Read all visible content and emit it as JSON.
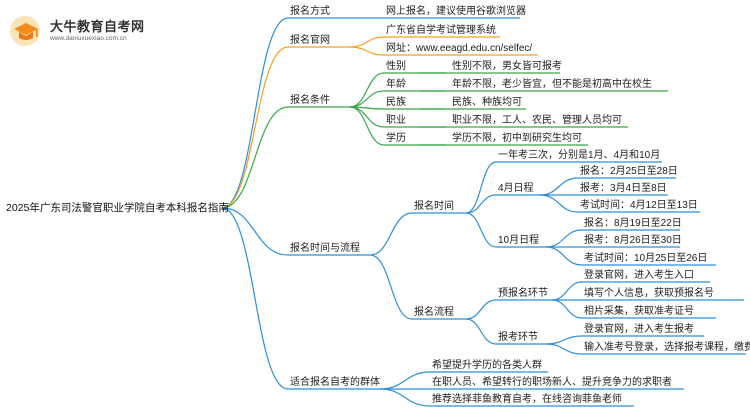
{
  "logo": {
    "title": "大牛教育自考网",
    "url": "www.daniuxuexiao.com.cn"
  },
  "root": "2025年广东司法警官职业学院自考本科报名指南",
  "colors": {
    "orange": "#f4a024",
    "blue": "#2f8fd8",
    "green": "#3aa84a",
    "ink": "#222222"
  },
  "branches": {
    "method": {
      "label": "报名方式",
      "items": [
        "网上报名，建议使用谷歌浏览器"
      ]
    },
    "site": {
      "label": "报名官网",
      "items": [
        "广东省自学考试管理系统",
        "网址：www.eeagd.edu.cn/selfec/"
      ]
    },
    "conditions": {
      "label": "报名条件",
      "rows": [
        {
          "key": "性别",
          "value": "性别不限，男女皆可报考"
        },
        {
          "key": "年龄",
          "value": "年龄不限，老少皆宜，但不能是初高中在校生"
        },
        {
          "key": "民族",
          "value": "民族、种族均可"
        },
        {
          "key": "职业",
          "value": "职业不限，工人、农民、管理人员均可"
        },
        {
          "key": "学历",
          "value": "学历不限，初中到研究生均可"
        }
      ]
    },
    "process": {
      "label": "报名时间与流程",
      "time": {
        "label": "报名时间",
        "note": "一年考三次，分别是1月、4月和10月",
        "april": {
          "label": "4月日程",
          "items": [
            "报名：2月25日至28日",
            "报考：3月4日至8日",
            "考试时间：4月12日至13日"
          ]
        },
        "october": {
          "label": "10月日程",
          "items": [
            "报名：8月19日至22日",
            "报考：8月26日至30日",
            "考试时间：10月25日至26日"
          ]
        }
      },
      "flow": {
        "label": "报名流程",
        "pre": {
          "label": "预报名环节",
          "items": [
            "登录官网，进入考生入口",
            "填写个人信息，获取预报名号",
            "相片采集，获取准考证号"
          ]
        },
        "exam": {
          "label": "报考环节",
          "items": [
            "登录官网，进入考生报考",
            "输入准考号登录，选择报考课程，缴费"
          ]
        }
      }
    },
    "audience": {
      "label": "适合报名自考的群体",
      "items": [
        "希望提升学历的各类人群",
        "在职人员、希望转行的职场新人、提升竞争力的求职者",
        "推荐选择菲鱼教育自考，在线咨询菲鱼老师"
      ]
    }
  }
}
